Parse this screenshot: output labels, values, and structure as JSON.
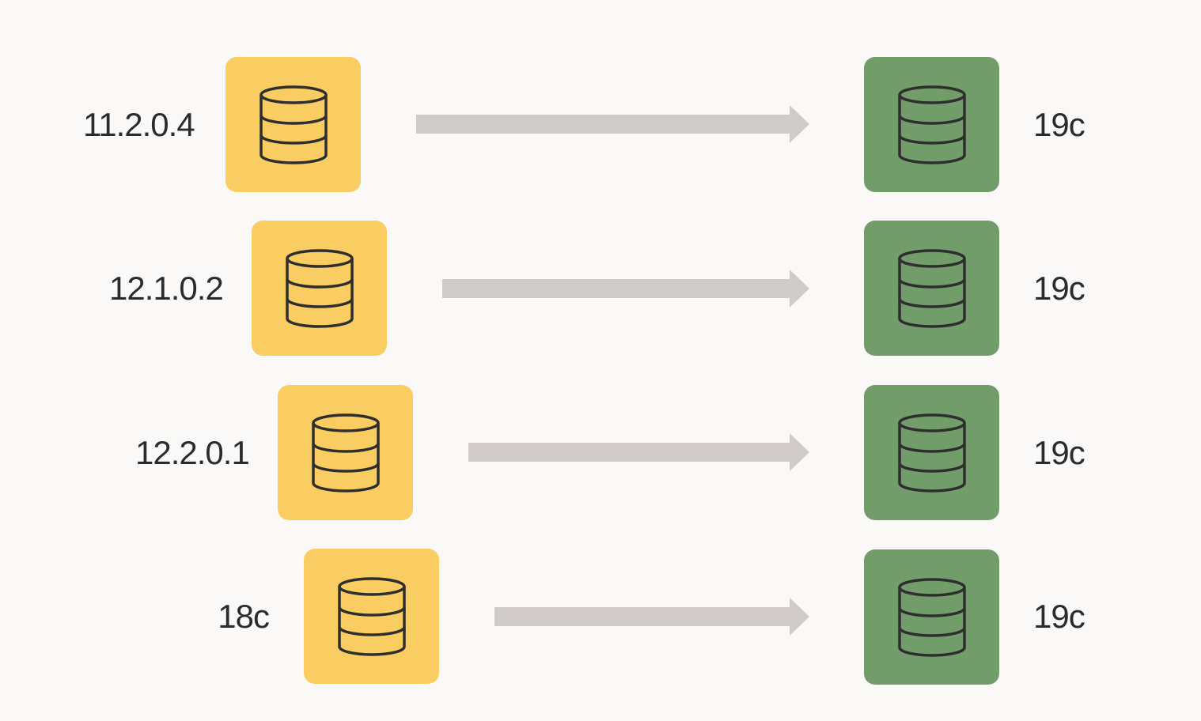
{
  "colors": {
    "background": "#fbf9f8",
    "source_box": "#f9cd62",
    "target_box": "#739c6b",
    "arrow": "#d0cbc8",
    "icon_stroke": "#2e2e2e",
    "text": "#2b2b2b"
  },
  "icons": {
    "database": "database-icon",
    "arrow": "right-arrow-icon"
  },
  "rows": [
    {
      "source_version": "11.2.0.4",
      "target_version": "19c"
    },
    {
      "source_version": "12.1.0.2",
      "target_version": "19c"
    },
    {
      "source_version": "12.2.0.1",
      "target_version": "19c"
    },
    {
      "source_version": "18c",
      "target_version": "19c"
    }
  ]
}
